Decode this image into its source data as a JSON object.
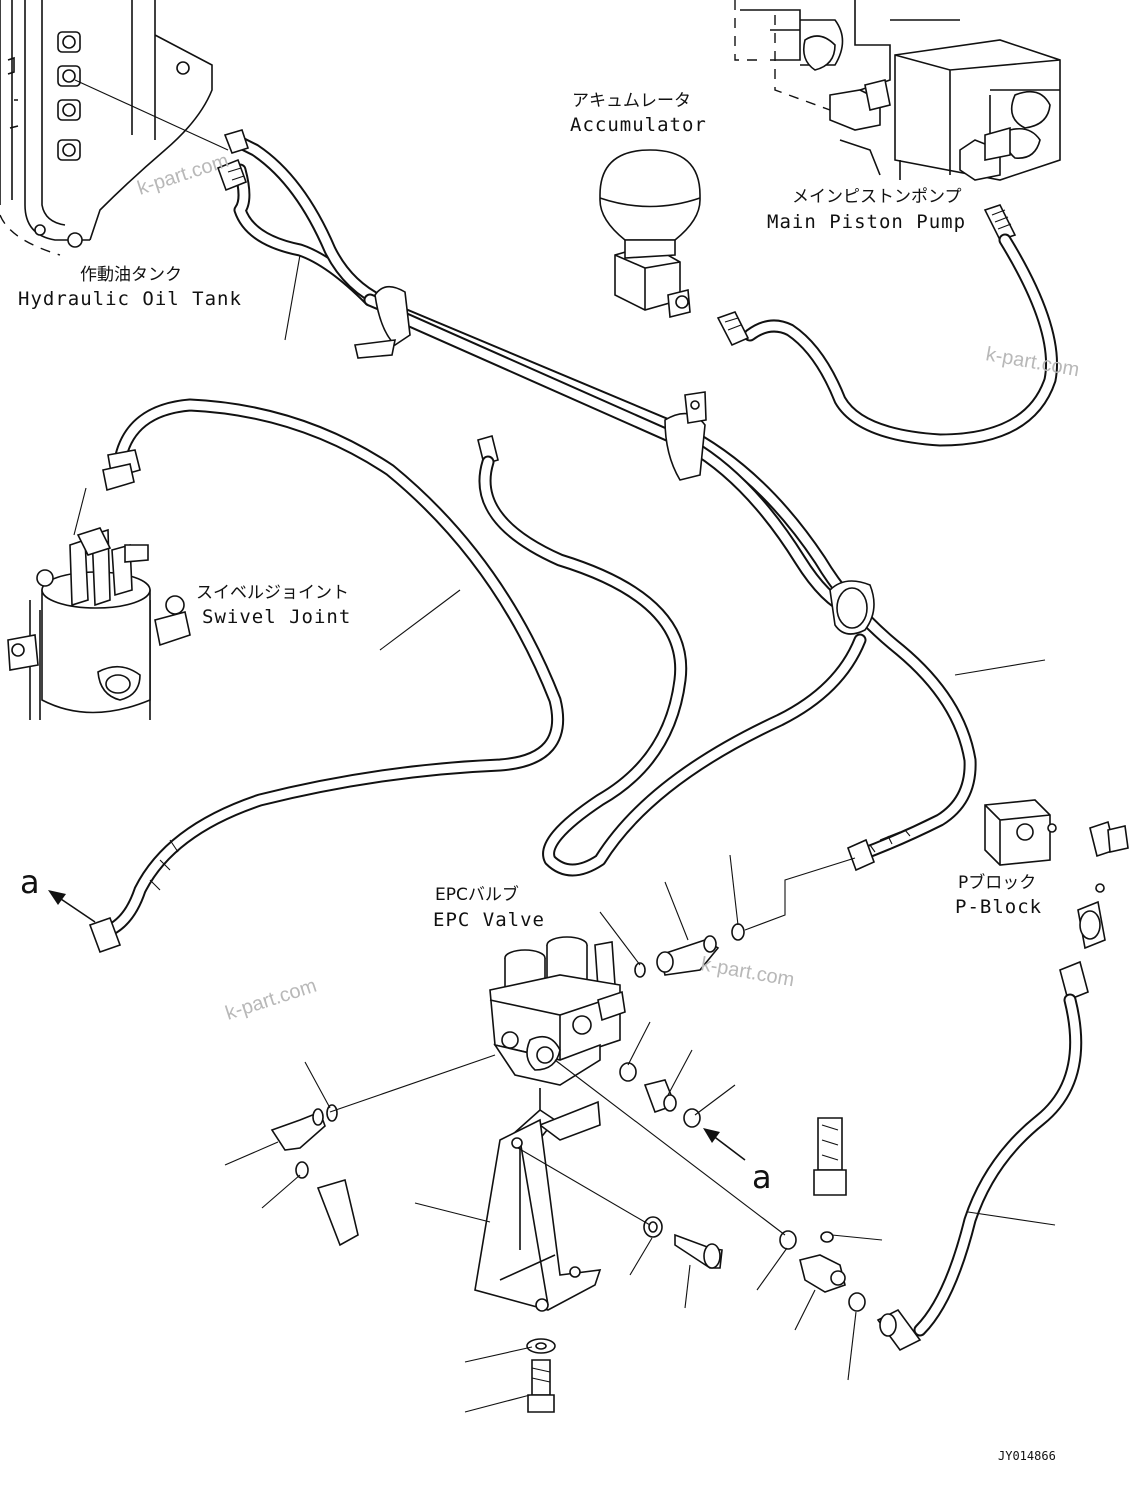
{
  "labels": {
    "accumulator_jp": "アキュムレータ",
    "accumulator_en": "Accumulator",
    "main_pump_jp": "メインピストンポンプ",
    "main_pump_en": "Main Piston Pump",
    "oil_tank_jp": "作動油タンク",
    "oil_tank_en": "Hydraulic Oil Tank",
    "swivel_jp": "スイベルジョイント",
    "swivel_en": "Swivel Joint",
    "epc_jp": "EPCバルブ",
    "epc_en": "EPC Valve",
    "pblock_jp": "Pブロック",
    "pblock_en": "P-Block",
    "ref_a": "a",
    "ref_a2": "a",
    "drawing_code": "JY014866"
  },
  "watermarks": [
    "k-part.com",
    "k-part.com",
    "k-part.com",
    "k-part.com"
  ]
}
